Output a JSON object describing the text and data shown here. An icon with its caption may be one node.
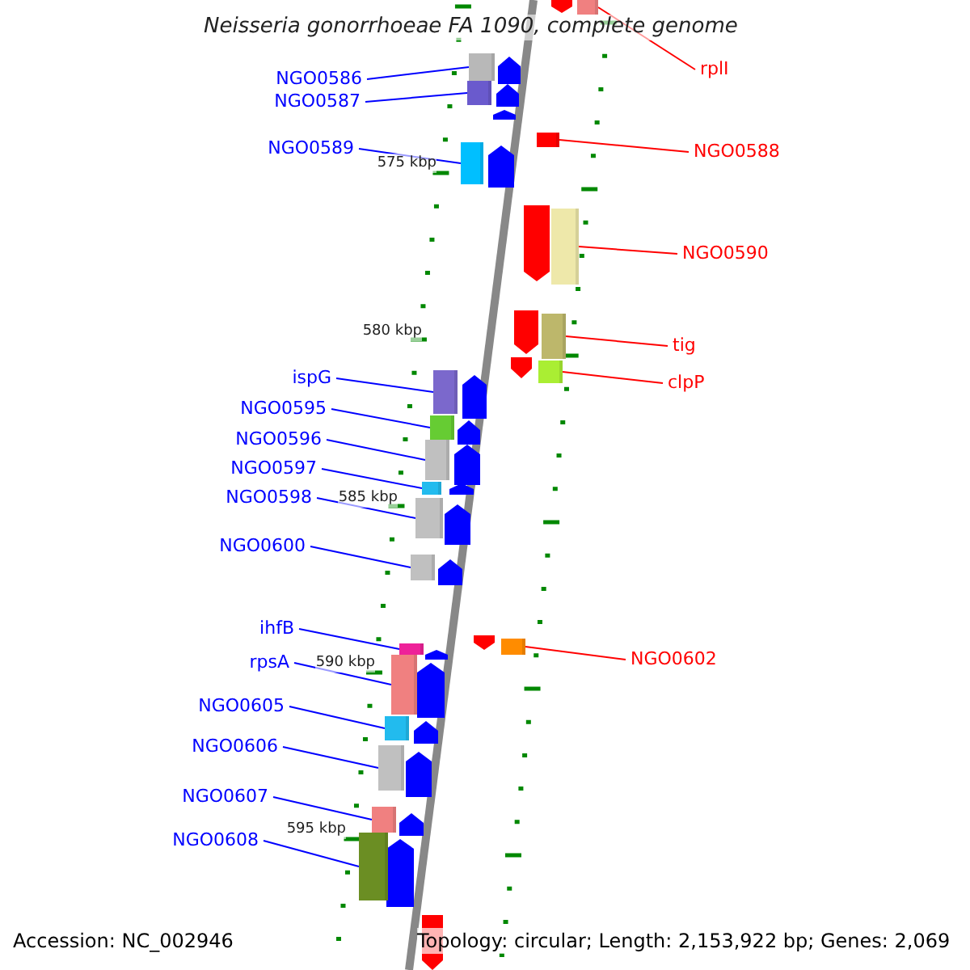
{
  "diagram": {
    "title": "Neisseria gonorrhoeae FA 1090, complete genome",
    "nodes": [
      {
        "text": [
          "NGO0586"
        ]
      },
      {
        "text": [],
        "shape": "bar"
      },
      {
        "text": [
          "NGO0587"
        ]
      },
      {
        "text": [],
        "shape": "bar"
      },
      {
        "text": [
          "NGO0589"
        ]
      },
      {
        "text": [],
        "shape": "bar"
      },
      {
        "text": [
          "ispG"
        ]
      },
      {
        "text": [],
        "shape": "bar"
      },
      {
        "text": [
          "NGO0595"
        ]
      },
      {
        "text": [],
        "shape": "bar"
      },
      {
        "text": [
          "NGO0596"
        ]
      },
      {
        "text": [],
        "shape": "bar"
      },
      {
        "text": [
          "NGO0597"
        ]
      },
      {
        "text": [],
        "shape": "bar"
      },
      {
        "text": [
          "NGO0598"
        ]
      },
      {
        "text": [],
        "shape": "bar"
      },
      {
        "text": [
          "NGO0600"
        ]
      },
      {
        "text": [],
        "shape": "bar"
      },
      {
        "text": [
          "ihfB"
        ]
      },
      {
        "text": [],
        "shape": "bar"
      },
      {
        "text": [
          "rpsA"
        ]
      },
      {
        "text": [],
        "shape": "bar"
      },
      {
        "text": [
          "NGO0605"
        ]
      },
      {
        "text": [],
        "shape": "bar"
      },
      {
        "text": [
          "NGO0606"
        ]
      },
      {
        "text": [],
        "shape": "bar"
      },
      {
        "text": [
          "NGO0607"
        ]
      },
      {
        "text": [],
        "shape": "bar"
      },
      {
        "text": [
          "NGO0608"
        ]
      },
      {
        "text": [],
        "shape": "bar"
      },
      {
        "text": [
          "rplI"
        ]
      },
      {
        "text": [],
        "shape": "bar"
      },
      {
        "text": [
          "NGO0588"
        ]
      },
      {
        "text": [],
        "shape": "bar"
      },
      {
        "text": [
          "NGO0590"
        ]
      },
      {
        "text": [],
        "shape": "bar"
      },
      {
        "text": [
          "tig"
        ]
      },
      {
        "text": [],
        "shape": "bar"
      },
      {
        "text": [
          "clpP"
        ]
      },
      {
        "text": [],
        "shape": "bar"
      },
      {
        "text": [
          "NGO0602"
        ]
      },
      {
        "text": [],
        "shape": "bar"
      }
    ],
    "edges": [
      {
        "from": 0,
        "to": 1,
        "arrow": "none"
      },
      {
        "from": 2,
        "to": 3,
        "arrow": "none"
      },
      {
        "from": 4,
        "to": 5,
        "arrow": "none"
      },
      {
        "from": 6,
        "to": 7,
        "arrow": "none"
      },
      {
        "from": 8,
        "to": 9,
        "arrow": "none"
      },
      {
        "from": 10,
        "to": 11,
        "arrow": "none"
      },
      {
        "from": 12,
        "to": 13,
        "arrow": "none"
      },
      {
        "from": 14,
        "to": 15,
        "arrow": "none"
      },
      {
        "from": 16,
        "to": 17,
        "arrow": "none"
      },
      {
        "from": 18,
        "to": 19,
        "arrow": "none"
      },
      {
        "from": 20,
        "to": 21,
        "arrow": "none"
      },
      {
        "from": 22,
        "to": 23,
        "arrow": "none"
      },
      {
        "from": 24,
        "to": 25,
        "arrow": "none"
      },
      {
        "from": 26,
        "to": 27,
        "arrow": "none"
      },
      {
        "from": 28,
        "to": 29,
        "arrow": "none"
      },
      {
        "from": 30,
        "to": 31,
        "arrow": "none",
        "color": "#ff0000"
      },
      {
        "from": 32,
        "to": 33,
        "arrow": "none",
        "color": "#ff0000"
      },
      {
        "from": 34,
        "to": 35,
        "arrow": "none",
        "color": "#ff0000"
      },
      {
        "from": 36,
        "to": 37,
        "arrow": "none",
        "color": "#ff0000"
      },
      {
        "from": 38,
        "to": 39,
        "arrow": "none",
        "color": "#ff0000"
      },
      {
        "from": 40,
        "to": 41,
        "arrow": "none",
        "color": "#ff0000"
      }
    ],
    "labels": [
      "575 kbp",
      "580 kbp",
      "585 kbp",
      "590 kbp",
      "595 kbp",
      "Accession: NC_002946",
      "Topology: circular; Length: 2,153,922 bp; Genes: 2,069"
    ]
  }
}
